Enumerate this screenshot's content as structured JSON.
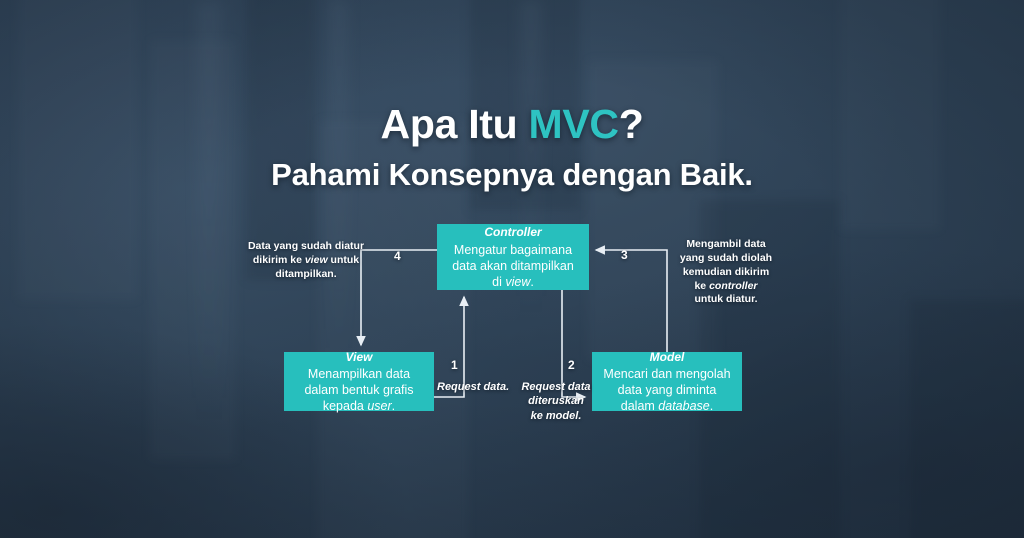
{
  "page": {
    "background_color": "#2e4256",
    "accent_color": "#27bfbd",
    "text_color": "#ffffff"
  },
  "headline": {
    "title_lead": "Apa Itu ",
    "title_accent": "MVC",
    "title_tail": "?",
    "subtitle": "Pahami Konsepnya dengan Baik."
  },
  "diagram": {
    "nodes": {
      "controller": {
        "title": "Controller",
        "line1": "Mengatur bagaimana",
        "line2": "data akan ditampilkan",
        "line3_pre": "di ",
        "line3_em": "view",
        "line3_post": "."
      },
      "view": {
        "title": "View",
        "line1": "Menampilkan data",
        "line2": "dalam bentuk grafis",
        "line3_pre": "kepada ",
        "line3_em": "user",
        "line3_post": "."
      },
      "model": {
        "title": "Model",
        "line1": "Mencari dan mengolah",
        "line2": "data yang diminta",
        "line3_pre": "dalam ",
        "line3_em": "database",
        "line3_post": "."
      }
    },
    "edges": [
      {
        "number": "1",
        "caption": "Request data.",
        "from": "view",
        "to": "controller"
      },
      {
        "number": "2",
        "caption_line1": "Request data",
        "caption_line2": "diteruskan",
        "caption_line3_pre": "ke ",
        "caption_line3_em": "model",
        "caption_line3_post": ".",
        "from": "controller",
        "to": "model"
      },
      {
        "number": "3",
        "note_line1": "Mengambil data",
        "note_line2": "yang sudah diolah",
        "note_line3": "kemudian dikirim",
        "note_line4_pre": "ke ",
        "note_line4_em": "controller",
        "note_line5": "untuk diatur.",
        "from": "model",
        "to": "controller"
      },
      {
        "number": "4",
        "note_line1_pre": "Data yang sudah diatur",
        "note_line2_pre": "dikirim ke ",
        "note_line2_em": "view",
        "note_line2_post": " untuk",
        "note_line3": "ditampilkan.",
        "from": "controller",
        "to": "view"
      }
    ]
  }
}
